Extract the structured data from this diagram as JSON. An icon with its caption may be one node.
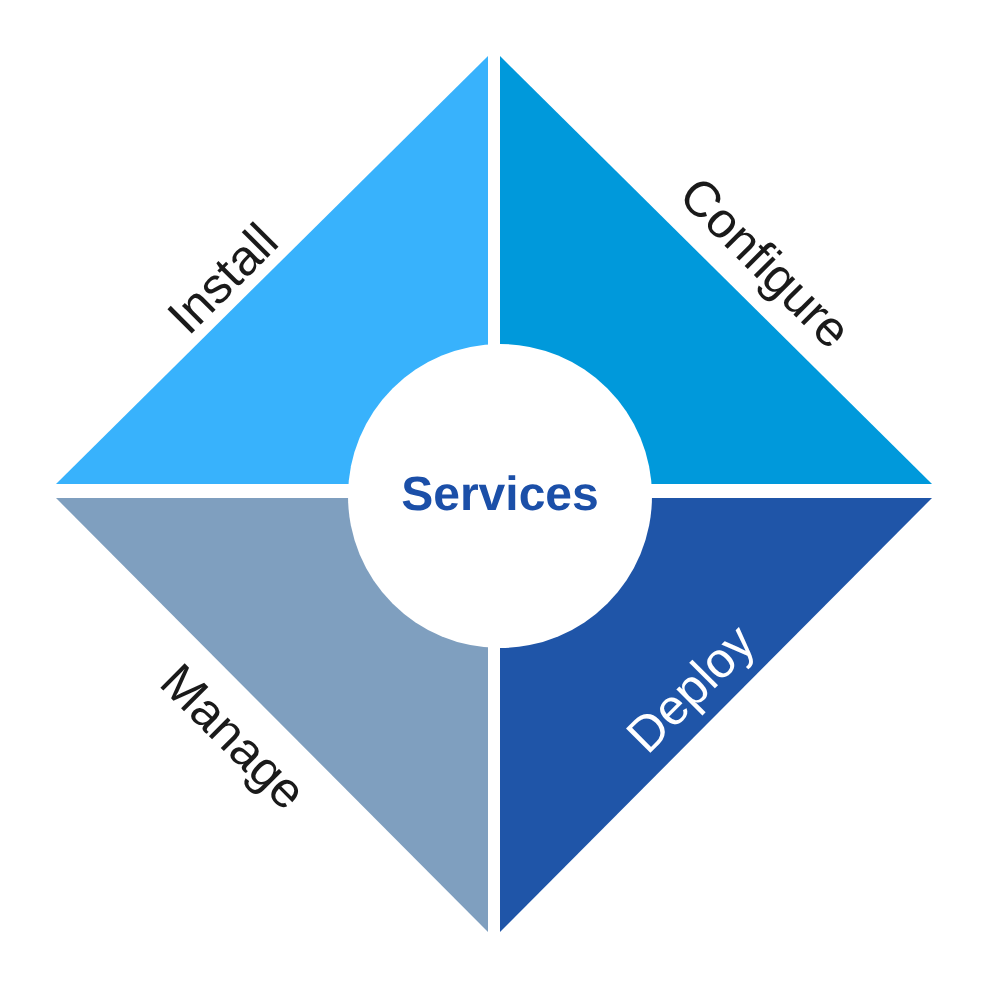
{
  "diagram": {
    "nodes": [
      {
        "text": [
          "Install"
        ]
      },
      {
        "text": [
          "Configure"
        ]
      },
      {
        "text": [
          "Services"
        ]
      },
      {
        "text": [
          "Manage"
        ]
      },
      {
        "text": [
          "Deploy"
        ]
      }
    ]
  }
}
